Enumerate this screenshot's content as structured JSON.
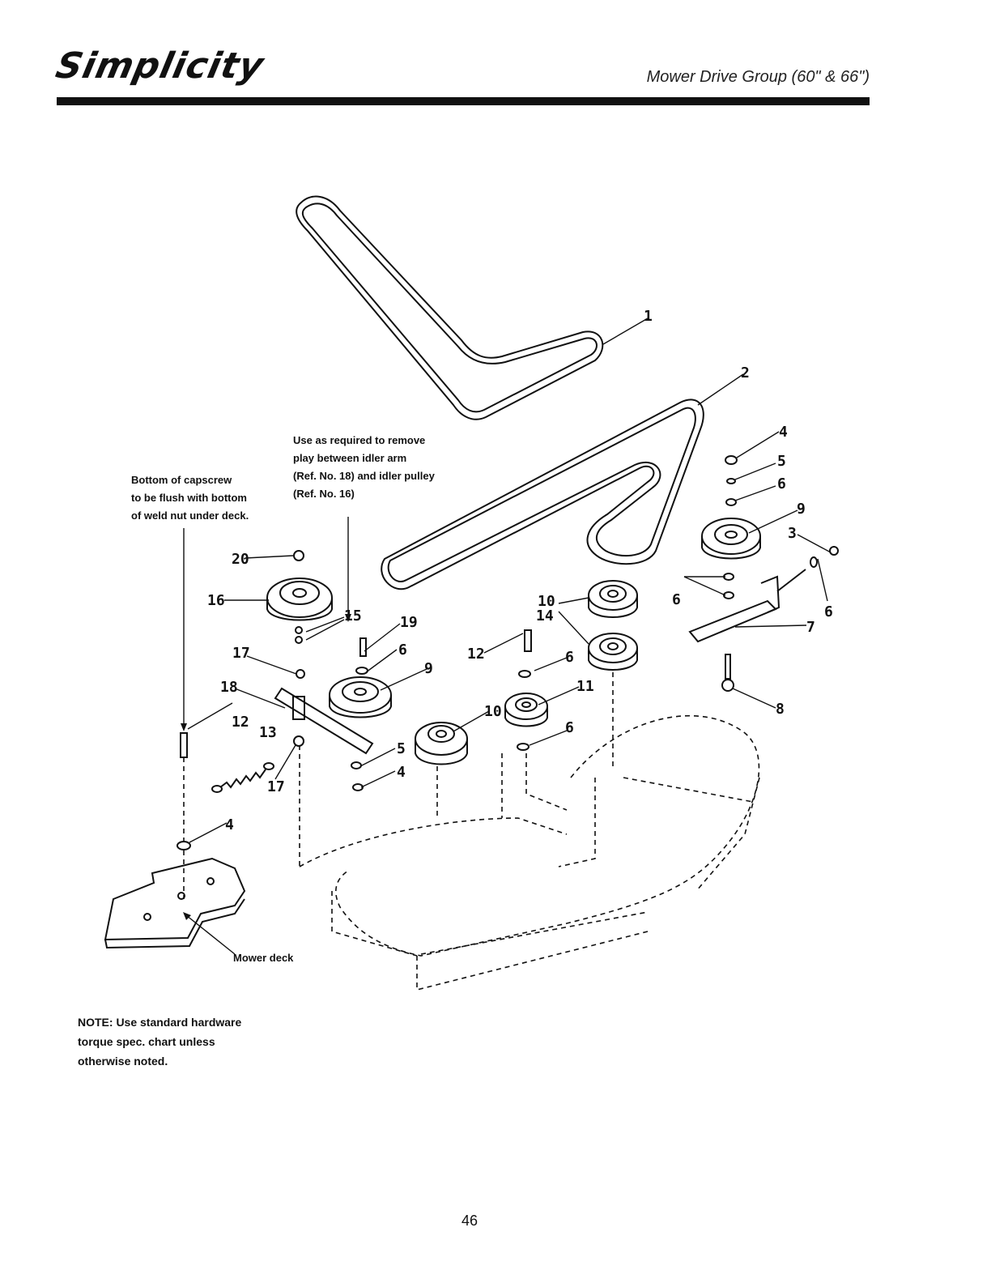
{
  "header": {
    "brand": "Simplicity",
    "title": "Mower Drive Group (60\" & 66\")"
  },
  "callouts": {
    "capscrew": [
      "Bottom of capscrew",
      "to be flush with bottom",
      "of weld nut under deck."
    ],
    "idler": [
      "Use as required to remove",
      "play between idler arm",
      "(Ref. No. 18) and idler pulley",
      "(Ref. No. 16)"
    ],
    "deck": "Mower deck"
  },
  "note": [
    "NOTE: Use standard hardware",
    "torque spec. chart unless",
    "otherwise noted."
  ],
  "part_labels": {
    "p1": "1",
    "p2": "2",
    "p3": "3",
    "p4a": "4",
    "p4b": "4",
    "p4c": "4",
    "p5a": "5",
    "p5b": "5",
    "p6a": "6",
    "p6b": "6",
    "p6c": "6",
    "p6d": "6",
    "p6e": "6",
    "p6f": "6",
    "p7": "7",
    "p8": "8",
    "p9a": "9",
    "p9b": "9",
    "p10a": "10",
    "p10b": "10",
    "p11": "11",
    "p12a": "12",
    "p12b": "12",
    "p13": "13",
    "p14": "14",
    "p15": "15",
    "p16": "16",
    "p17a": "17",
    "p17b": "17",
    "p18": "18",
    "p19": "19",
    "p20": "20"
  },
  "page_number": "46"
}
